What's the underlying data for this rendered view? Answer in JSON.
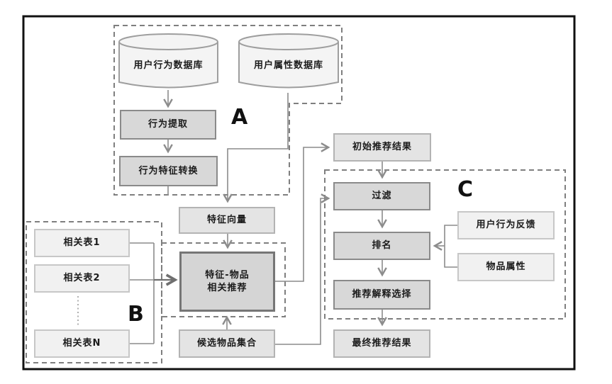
{
  "diagram": {
    "region_labels": {
      "a": "A",
      "b": "B",
      "c": "C"
    },
    "nodes": {
      "user_behavior_db": "用户行为数据库",
      "user_attribute_db": "用户属性数据库",
      "behavior_extraction": "行为提取",
      "behavior_feature_transform": "行为特征转换",
      "feature_vector": "特征向量",
      "related_table_1": "相关表1",
      "related_table_2": "相关表2",
      "related_table_n": "相关表N",
      "feature_item_line1": "特征-物品",
      "feature_item_line2": "相关推荐",
      "candidate_items": "候选物品集合",
      "initial_results": "初始推荐结果",
      "filter": "过滤",
      "ranking": "排名",
      "explanation_selection": "推荐解释选择",
      "final_results": "最终推荐结果",
      "user_behavior_feedback": "用户行为反馈",
      "item_attributes": "物品属性"
    },
    "edges": [
      "用户行为数据库 -> 行为提取",
      "行为提取 -> 行为特征转换",
      "行为特征转换 -> (A边界)",
      "用户属性数据库 -> 特征向量",
      "特征向量 -> 特征-物品相关推荐",
      "相关表1/相关表2/相关表N -> 特征-物品相关推荐",
      "候选物品集合 -> 特征-物品相关推荐",
      "特征-物品相关推荐 -> 初始推荐结果",
      "候选物品集合 -> 过滤",
      "初始推荐结果 -> 过滤",
      "过滤 -> 排名",
      "用户行为反馈/物品属性 -> 排名",
      "排名 -> 推荐解释选择",
      "推荐解释选择 -> 最终推荐结果"
    ],
    "colors": {
      "outer_border": "#111111",
      "dashed_region": "#7f7f7f",
      "connector": "#8c8c8c",
      "process_fill": "#d8d8d8",
      "process_border": "#8a8a8a",
      "result_fill": "#e4e4e4",
      "light_fill": "#f1f1f1",
      "big_fill": "#d5d5d5",
      "cylinder_fill": "#f4f4f4"
    }
  }
}
